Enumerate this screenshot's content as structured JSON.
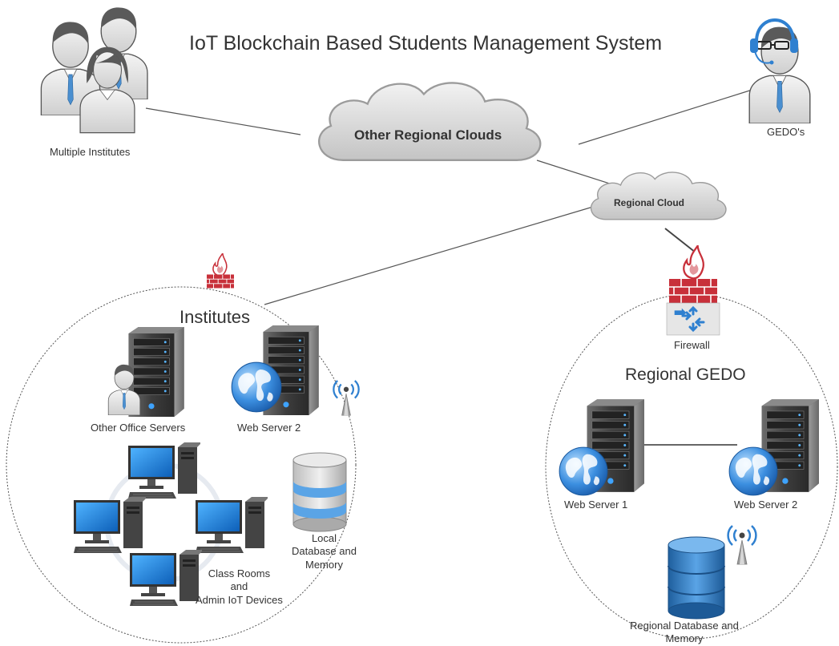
{
  "title": "IoT Blockchain Based Students Management System",
  "clouds": {
    "other_regional": "Other Regional Clouds",
    "regional": "Regional Cloud"
  },
  "actors": {
    "institutes_group": "Multiple Institutes",
    "gedo": "GEDO's"
  },
  "institutes": {
    "title": "Institutes",
    "office_servers": "Other Office Servers",
    "web_server": "Web Server 2",
    "local_db_lines": [
      "Local",
      "Database and",
      "Memory"
    ],
    "devices_lines": [
      "Class Rooms",
      "and",
      "Admin IoT Devices"
    ]
  },
  "regional_gedo": {
    "firewall": "Firewall",
    "title": "Regional GEDO",
    "web_server_1": "Web Server 1",
    "web_server_2": "Web Server 2",
    "db_lines": [
      "Regional Database and",
      "Memory"
    ]
  },
  "colors": {
    "cloud_fill": "#d9d9d9",
    "firewall_brick": "#c8303a",
    "server_dark": "#3a3a3a",
    "globe_blue": "#2f7fd0",
    "monitor_blue": "#1e88e5",
    "db_blue": "#2e7bc8"
  },
  "icons": [
    "person-group-icon",
    "headset-person-icon",
    "cloud-icon",
    "firewall-icon",
    "router-icon",
    "server-tower-icon",
    "globe-icon",
    "wifi-antenna-icon",
    "database-icon",
    "desktop-computer-icon"
  ]
}
